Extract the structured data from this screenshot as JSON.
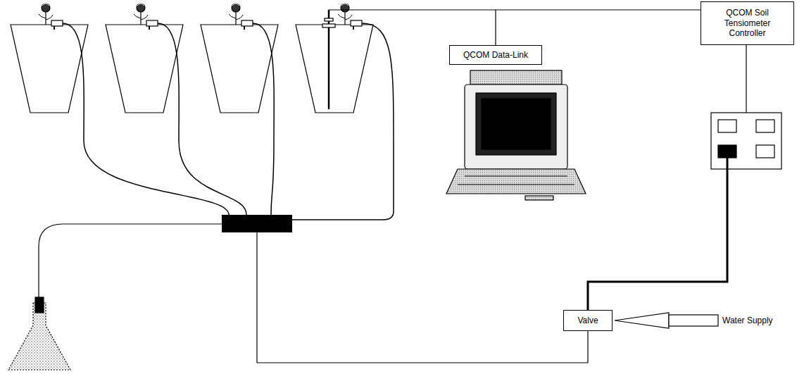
{
  "diagram": {
    "nodes": [
      {
        "text": [
          "QCOM Data-Link"
        ]
      },
      {
        "text": [
          "QCOM Soil Tensiometer Controller"
        ]
      },
      {
        "text": [
          "Valve"
        ]
      }
    ],
    "edges": [
      {
        "from": 0,
        "to": 1,
        "arrow": "none"
      }
    ],
    "labels": [
      "Water Supply"
    ]
  }
}
